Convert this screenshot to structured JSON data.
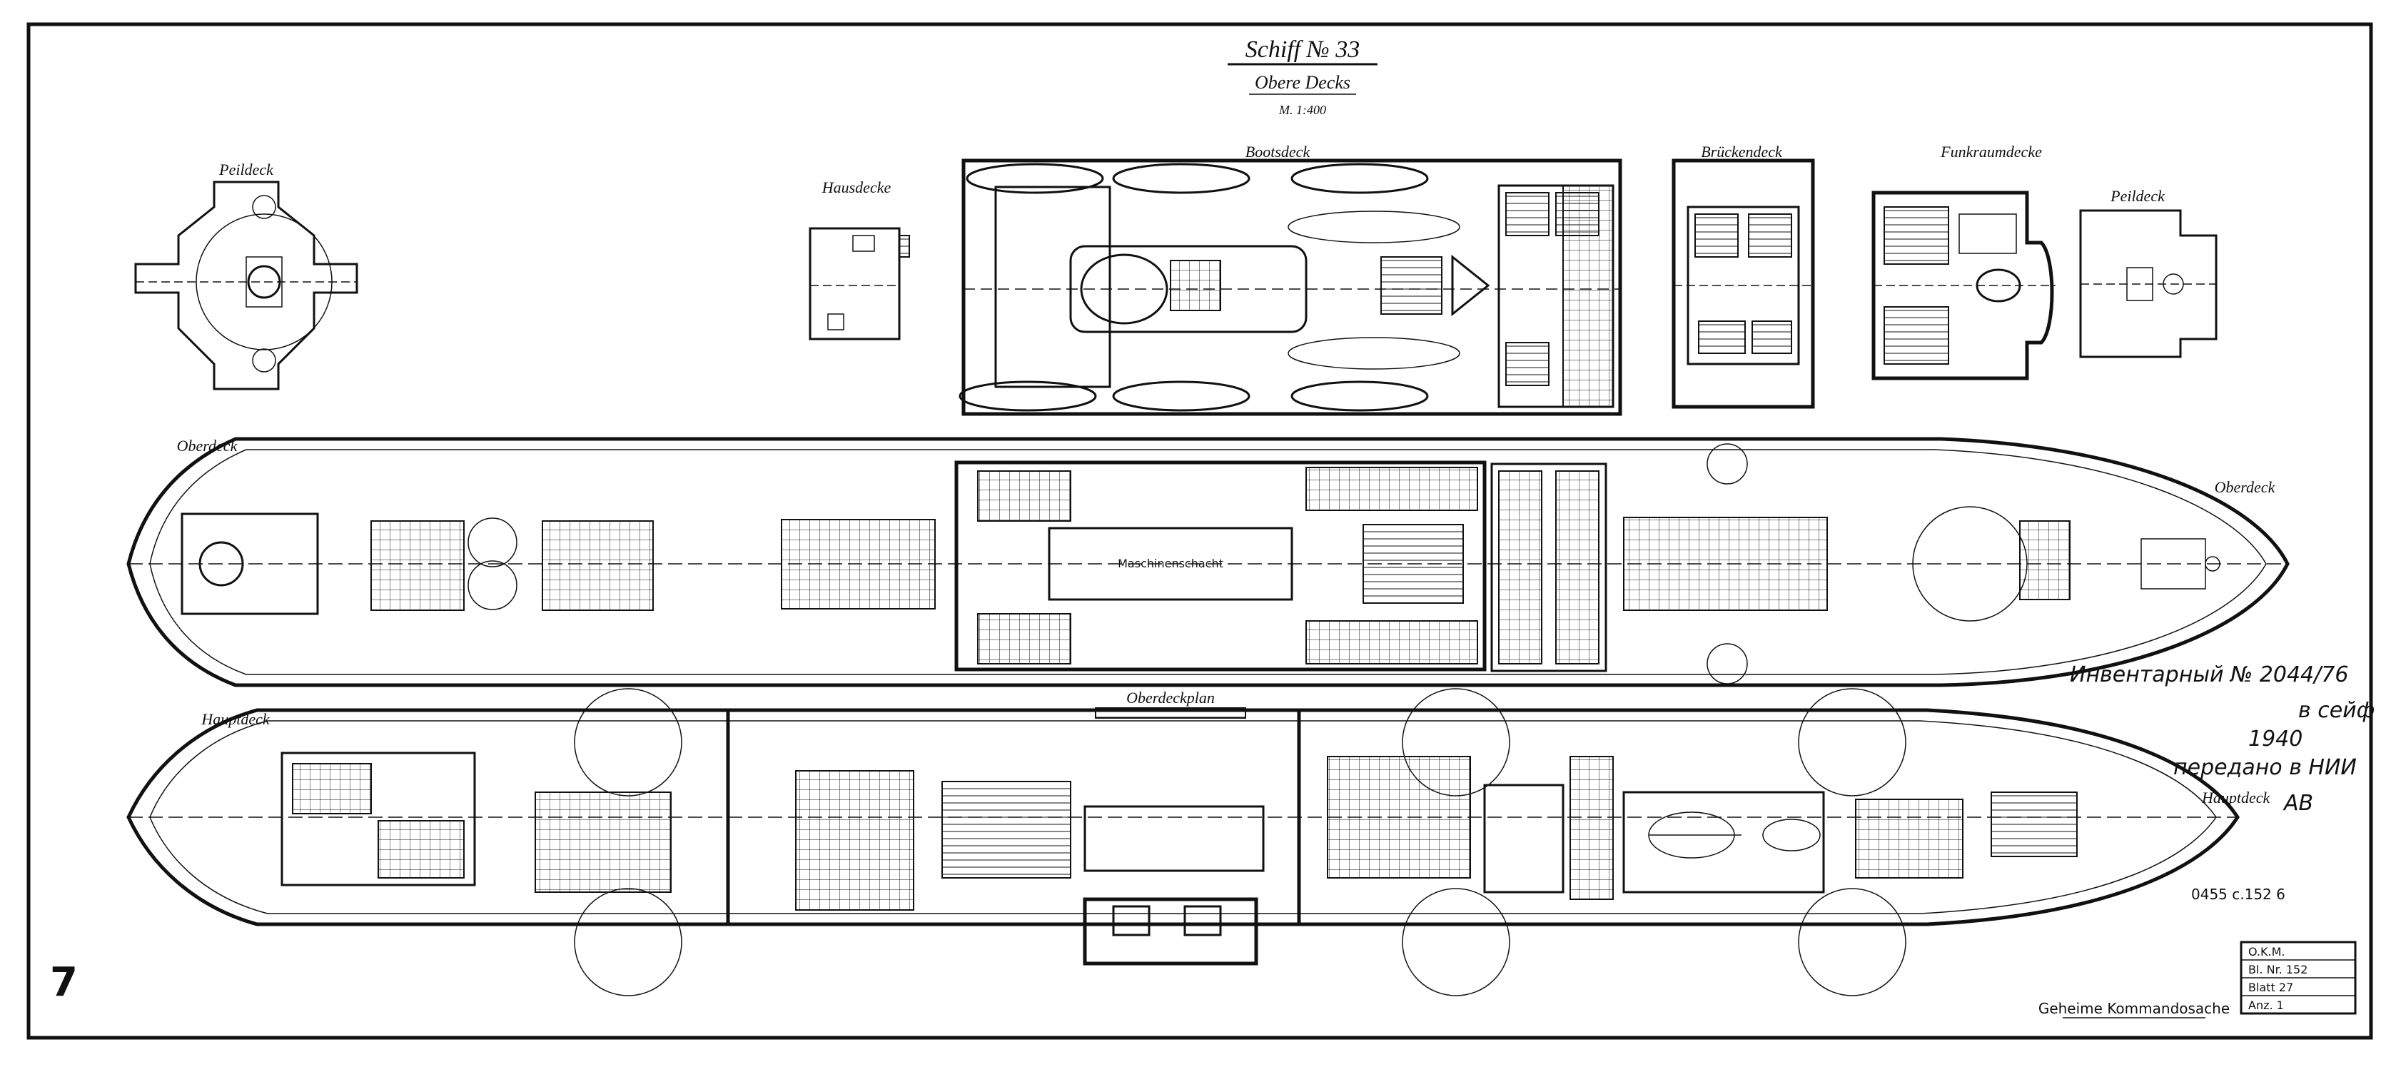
{
  "title": {
    "line1": "Schiff № 33",
    "line2": "Obere Decks",
    "scale": "M. 1:400"
  },
  "deck_labels": {
    "peildeck": "Peildeck",
    "hausdecke": "Hausdecke",
    "bootsdeck": "Bootsdeck",
    "brueckendeck": "Brückendeck",
    "funkraumdecke": "Funkraumdecke",
    "peildeck_right": "Peildeck",
    "oberdeck_left": "Oberdeck",
    "oberdeck_right": "Oberdeck",
    "hauptdeck_left": "Hauptdeck",
    "hauptdeck_right": "Hauptdeck",
    "oberdeckplan": "Oberdeckplan",
    "mitteldeck_center": "Maschinenschacht"
  },
  "annotations": {
    "inventory_stamp": "Инвентарный № 2044/76",
    "handwritten_1": "в сейф",
    "handwritten_2": "1940",
    "handwritten_3": "передано в НИИ",
    "sheet_number": "7",
    "bottom_stamp": "Geheime Kommandosache",
    "ref_code": "0455 c.152 6",
    "ab": "АВ"
  },
  "title_block": {
    "rows": [
      "O.K.M.",
      "Bl. Nr. 152",
      "Blatt 27",
      "Anz. 1"
    ]
  },
  "colors": {
    "ink": "#111111",
    "paper": "#ffffff"
  }
}
